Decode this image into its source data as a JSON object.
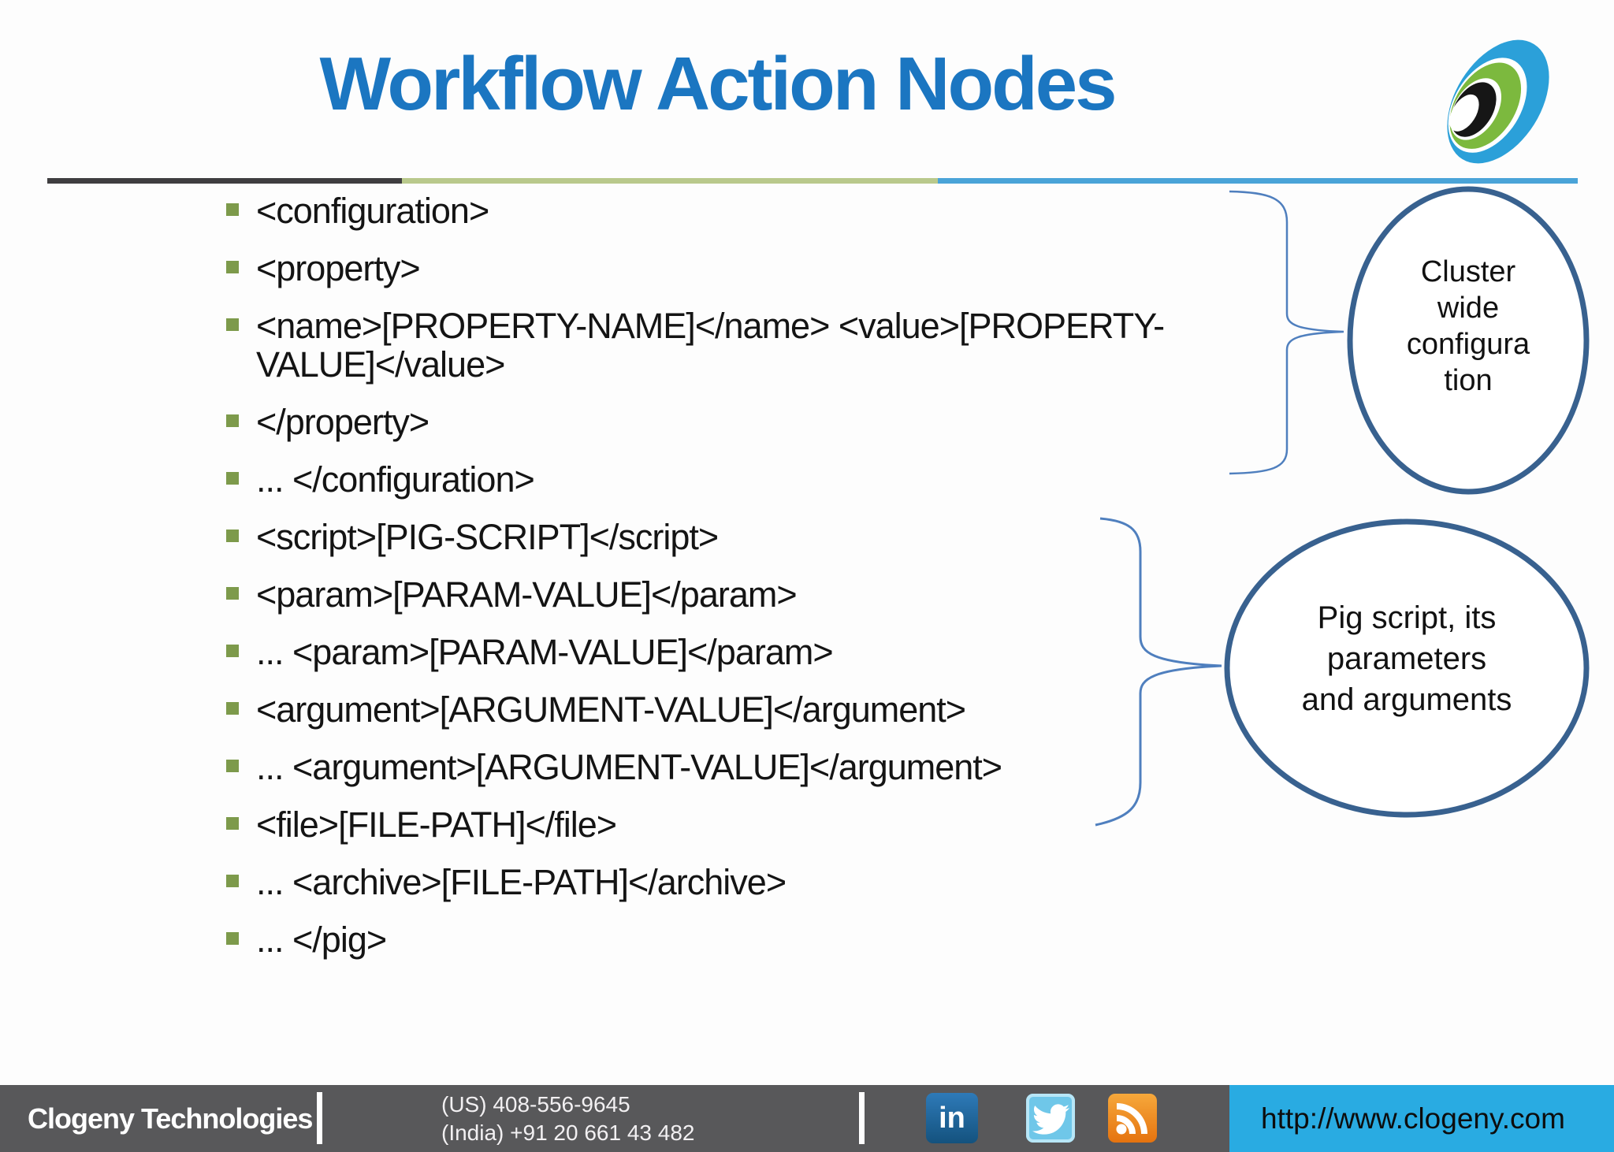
{
  "slide": {
    "title": "Workflow Action Nodes"
  },
  "bullets": [
    {
      "lines": [
        "<configuration>"
      ]
    },
    {
      "lines": [
        "<property>"
      ]
    },
    {
      "lines": [
        "<name>[PROPERTY-NAME]</name> <value>[PROPERTY-",
        "VALUE]</value>"
      ]
    },
    {
      "lines": [
        "</property>"
      ]
    },
    {
      "lines": [
        "... </configuration>"
      ]
    },
    {
      "lines": [
        "<script>[PIG-SCRIPT]</script>"
      ]
    },
    {
      "lines": [
        "<param>[PARAM-VALUE]</param>"
      ]
    },
    {
      "lines": [
        "... <param>[PARAM-VALUE]</param>"
      ]
    },
    {
      "lines": [
        "<argument>[ARGUMENT-VALUE]</argument>"
      ]
    },
    {
      "lines": [
        "... <argument>[ARGUMENT-VALUE]</argument>"
      ]
    },
    {
      "lines": [
        "<file>[FILE-PATH]</file>"
      ]
    },
    {
      "lines": [
        "... <archive>[FILE-PATH]</archive>"
      ]
    },
    {
      "lines": [
        "... </pig>"
      ]
    }
  ],
  "callouts": [
    {
      "lines": [
        "Cluster",
        "wide",
        "configura",
        "tion"
      ]
    },
    {
      "lines": [
        "Pig script, its",
        "parameters",
        "and arguments"
      ]
    }
  ],
  "footer": {
    "company": "Clogeny Technologies",
    "phone_us": "(US) 408-556-9645",
    "phone_india": "(India) +91 20 661 43 482",
    "linkedin_label": "in",
    "url": "http://www.clogeny.com",
    "icons": [
      "linkedin-icon",
      "twitter-icon",
      "rss-icon"
    ]
  },
  "colors": {
    "title_blue": "#1b76c1",
    "rule_dark": "#3f3e40",
    "rule_olive": "#b9c98c",
    "rule_blue": "#4aa4d8",
    "bullet_green": "#7d9a4b",
    "brace_blue": "#4f7fbe",
    "ellipse_stroke": "#38618f",
    "footer_gray": "#58585a",
    "url_panel_blue": "#29abe2",
    "linkedin_blue": "#1b6aa9",
    "twitter_blue": "#6fc7e9",
    "rss_orange": "#ef8e1c"
  }
}
